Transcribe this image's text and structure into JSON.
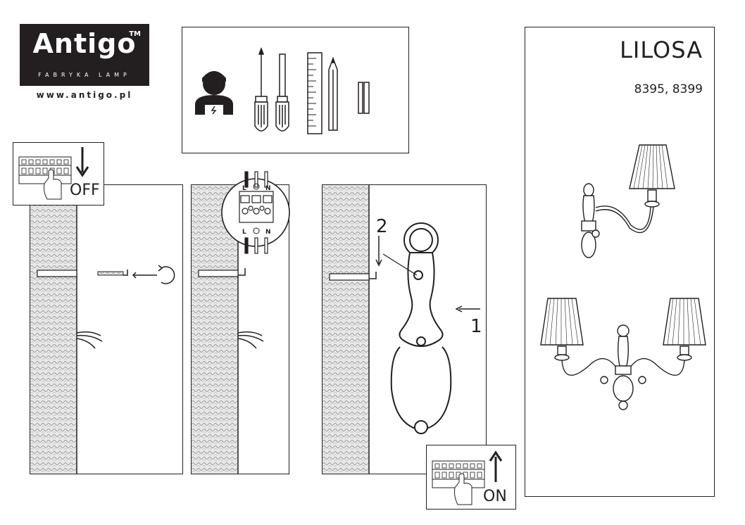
{
  "brand": {
    "name": "Antigo",
    "trademark": "TM",
    "tagline": "FABRYKA LAMP",
    "website": "www.antigo.pl"
  },
  "product": {
    "name": "LILOSA",
    "models": "8395, 8399"
  },
  "steps": {
    "power_off_label": "OFF",
    "power_on_label": "ON",
    "step_1": "1",
    "step_2": "2",
    "terminal_live": "L",
    "terminal_neutral": "N"
  }
}
